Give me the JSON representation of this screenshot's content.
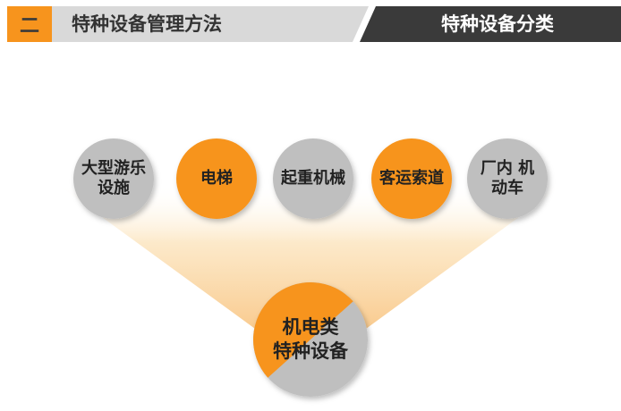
{
  "header": {
    "section_number": "二",
    "section_title": "特种设备管理方法",
    "right_title": "特种设备分类"
  },
  "categories": [
    {
      "label": "大型游乐\n设施",
      "style": "gray"
    },
    {
      "label": "电梯",
      "style": "orange"
    },
    {
      "label": "起重机械",
      "style": "gray"
    },
    {
      "label": "客运索道",
      "style": "orange"
    },
    {
      "label": "厂内 机\n动车",
      "style": "gray"
    }
  ],
  "center": {
    "label": "机电类\n特种设备"
  },
  "colors": {
    "orange": "#F7941D",
    "gray": "#BFBFBF",
    "dark_bar": "#3A3A3A",
    "light_bar": "#D9D9D9",
    "fan": "#FAD9A6"
  }
}
